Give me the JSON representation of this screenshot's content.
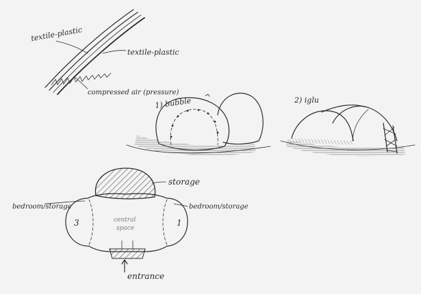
{
  "colors": {
    "paper": "#f3f3f3",
    "ink": "#2c2c2c",
    "shade": "#6a6a6a"
  },
  "labels": {
    "textile_plastic_top": "textile-plastic",
    "textile_plastic_right": "textile-plastic",
    "compressed_air": "compressed air (pressure)",
    "bubble": "1) bubble",
    "iglu": "2) iglu",
    "storage": "storage",
    "bedroom_storage_left": "bedroom/storage",
    "bedroom_storage_right": "bedroom/storage",
    "central_space_line1": "central",
    "central_space_line2": "space",
    "room_number_left": "3",
    "room_number_right": "1",
    "entrance": "entrance"
  }
}
